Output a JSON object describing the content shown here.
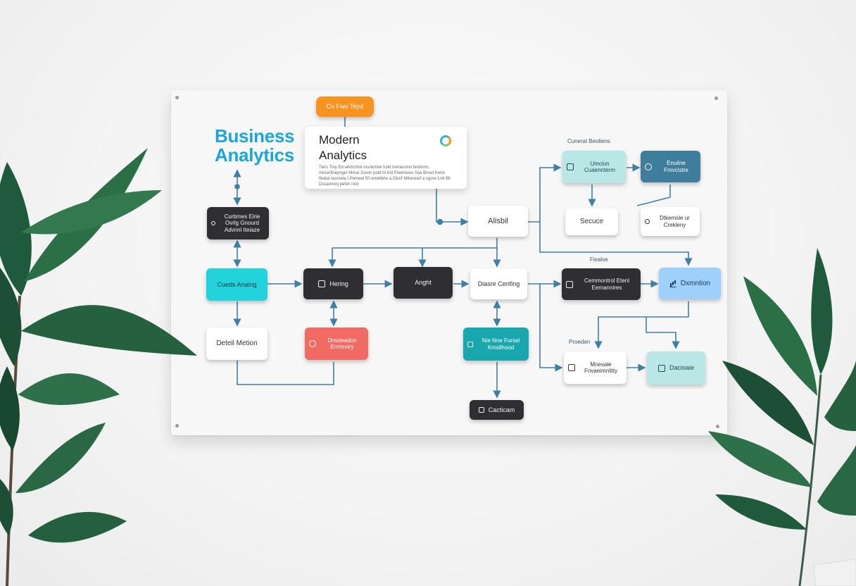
{
  "header": {
    "title_line1": "Business",
    "title_line2": "Analytics",
    "badge": "Cu Fwo Tepd"
  },
  "card": {
    "title_line1": "Modern",
    "title_line2": "Analytics",
    "body": "Tiers Tiny Ed whitichtrk munkmne hold tremesmin fentiorm, mmsnfineprigin Mmar Doom poid to tnd Prevmuee Soa Bnvel Ketre fliebal tasmeta t Pemeet 50 emetbrte a Ckmf Mtterwarf a sgore Lolt Bll Dscanminj pelon ned"
  },
  "labels": {
    "top_right": "Cuneral Beoliens",
    "mid_right": "Fiealse",
    "bottom_right": "Proeden"
  },
  "nodes": {
    "n1": "Curbmes Eirie Ovrlg Gnourd Advnnl Iteiaze",
    "n2": "Cueds Anaing",
    "n3": "Deteil Metion",
    "n4": "Hering",
    "n5": "Dmoteadon Errmnory",
    "n6": "Anght",
    "n7": "Alisbil",
    "n8": "Diasre Cenfing",
    "n9": "Nie Nne Fursel Kmsllhood",
    "n10": "Cacticam",
    "n11": "Umcion Cuaennterm",
    "n12": "Enuiine Fmvcistre",
    "n13": "Secuce",
    "n14": "Dtkemsle ur Crekleny",
    "n15": "Cemmontrol Etenl Eemannires",
    "n16": "Dxmntion",
    "n17": "Mnesale Fnvaeimnlitty",
    "n18": "Dacioaie"
  },
  "colors": {
    "accent": "#1aa6d8",
    "badge": "#f7931e",
    "wire": "#3e7fa6"
  }
}
